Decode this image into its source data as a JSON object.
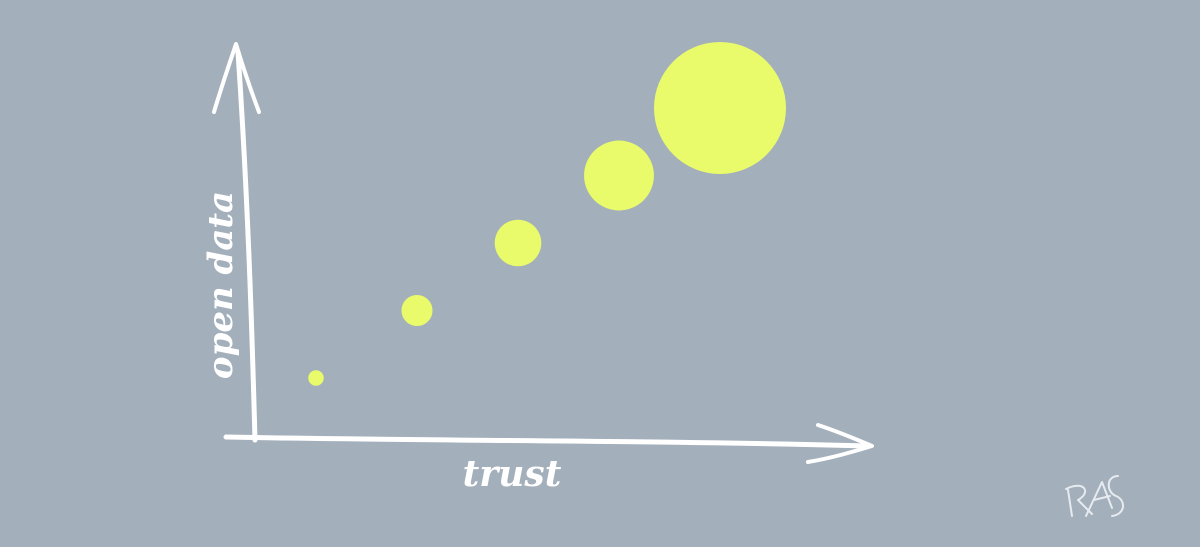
{
  "chart_data": {
    "type": "scatter",
    "title": "",
    "xlabel": "trust",
    "ylabel": "open data",
    "grid": false,
    "series": [
      {
        "points": [
          {
            "x": 1,
            "y": 1,
            "size": 1
          },
          {
            "x": 2,
            "y": 2,
            "size": 2
          },
          {
            "x": 3,
            "y": 3,
            "size": 3
          },
          {
            "x": 4,
            "y": 4,
            "size": 4.5
          },
          {
            "x": 5,
            "y": 5,
            "size": 8.5
          }
        ]
      }
    ],
    "bubble_color": "#e9fb6a",
    "axis_color": "#ffffff",
    "background_color": "#a3afbb",
    "signature": "RAS"
  }
}
